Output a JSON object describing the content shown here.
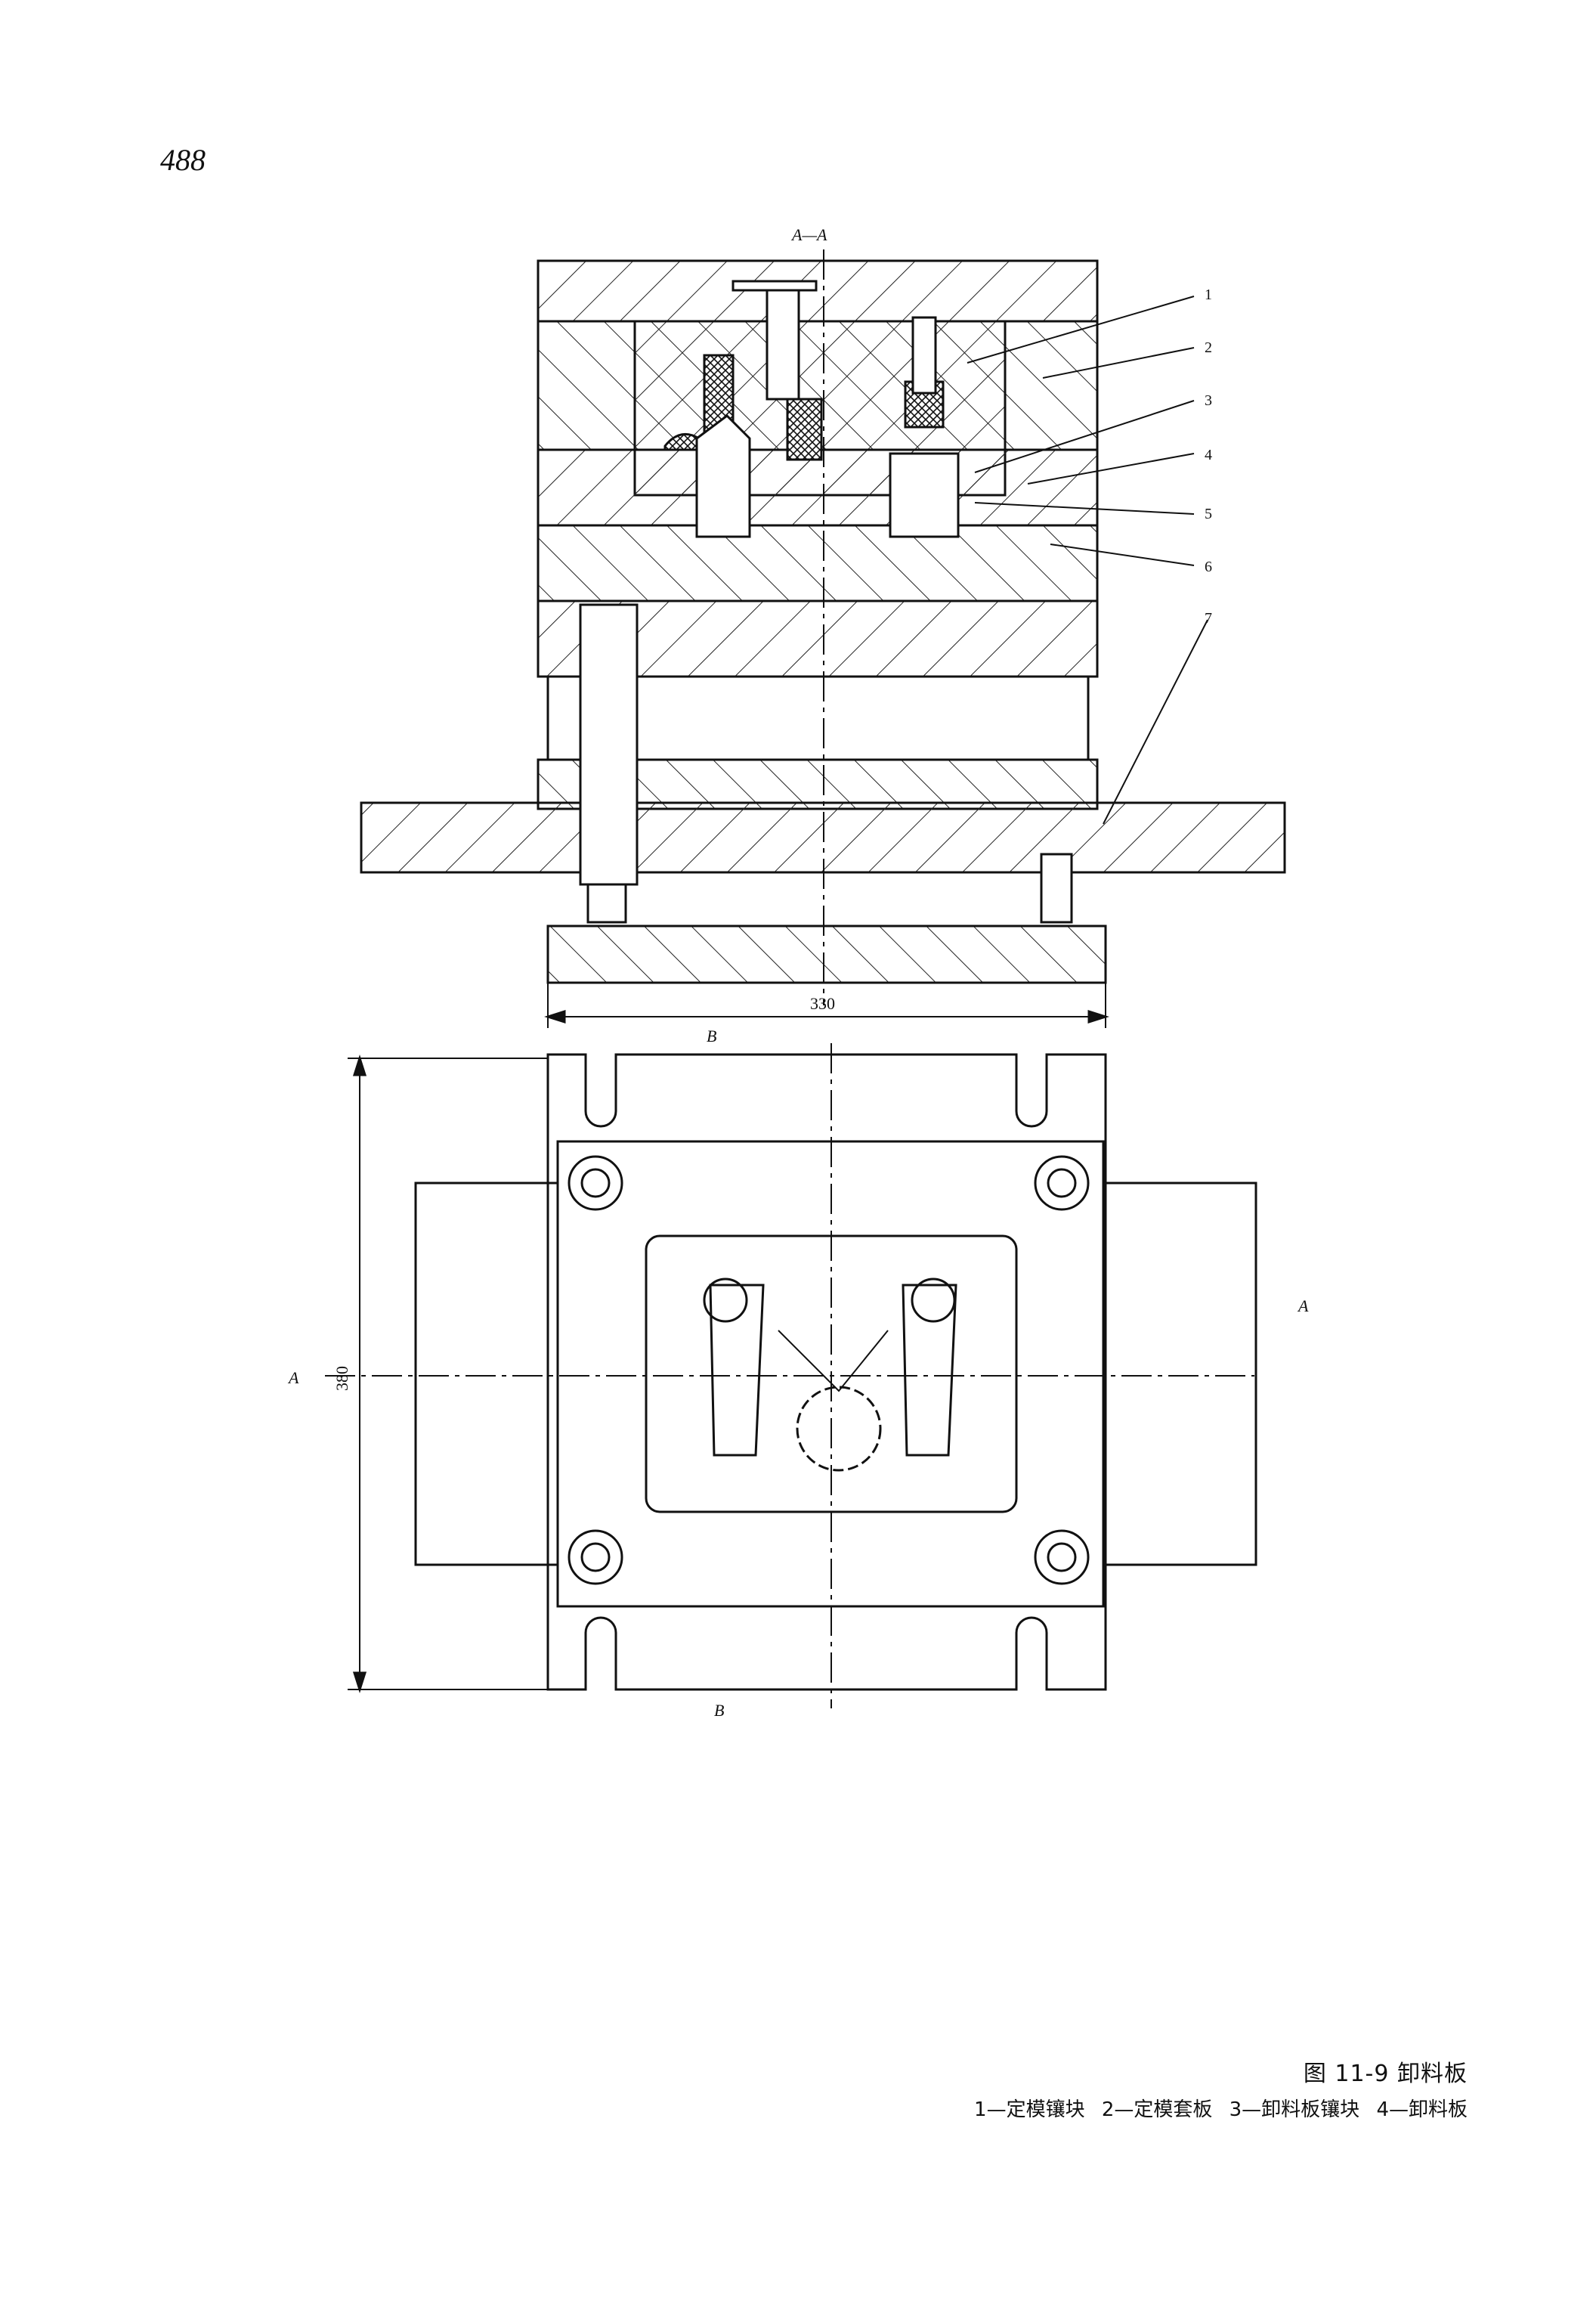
{
  "page_number": "488",
  "section_view_label": "A—A",
  "part_callouts": [
    "1",
    "2",
    "3",
    "4",
    "5",
    "6",
    "7"
  ],
  "dimensions": {
    "width": "330",
    "height": "380"
  },
  "section_marks": {
    "a": "A",
    "b": "B"
  },
  "caption": {
    "title": "图 11-9   卸料板",
    "legend": "1—定模镶块  2—定模套板  3—卸料板镶块  4—卸料板"
  }
}
